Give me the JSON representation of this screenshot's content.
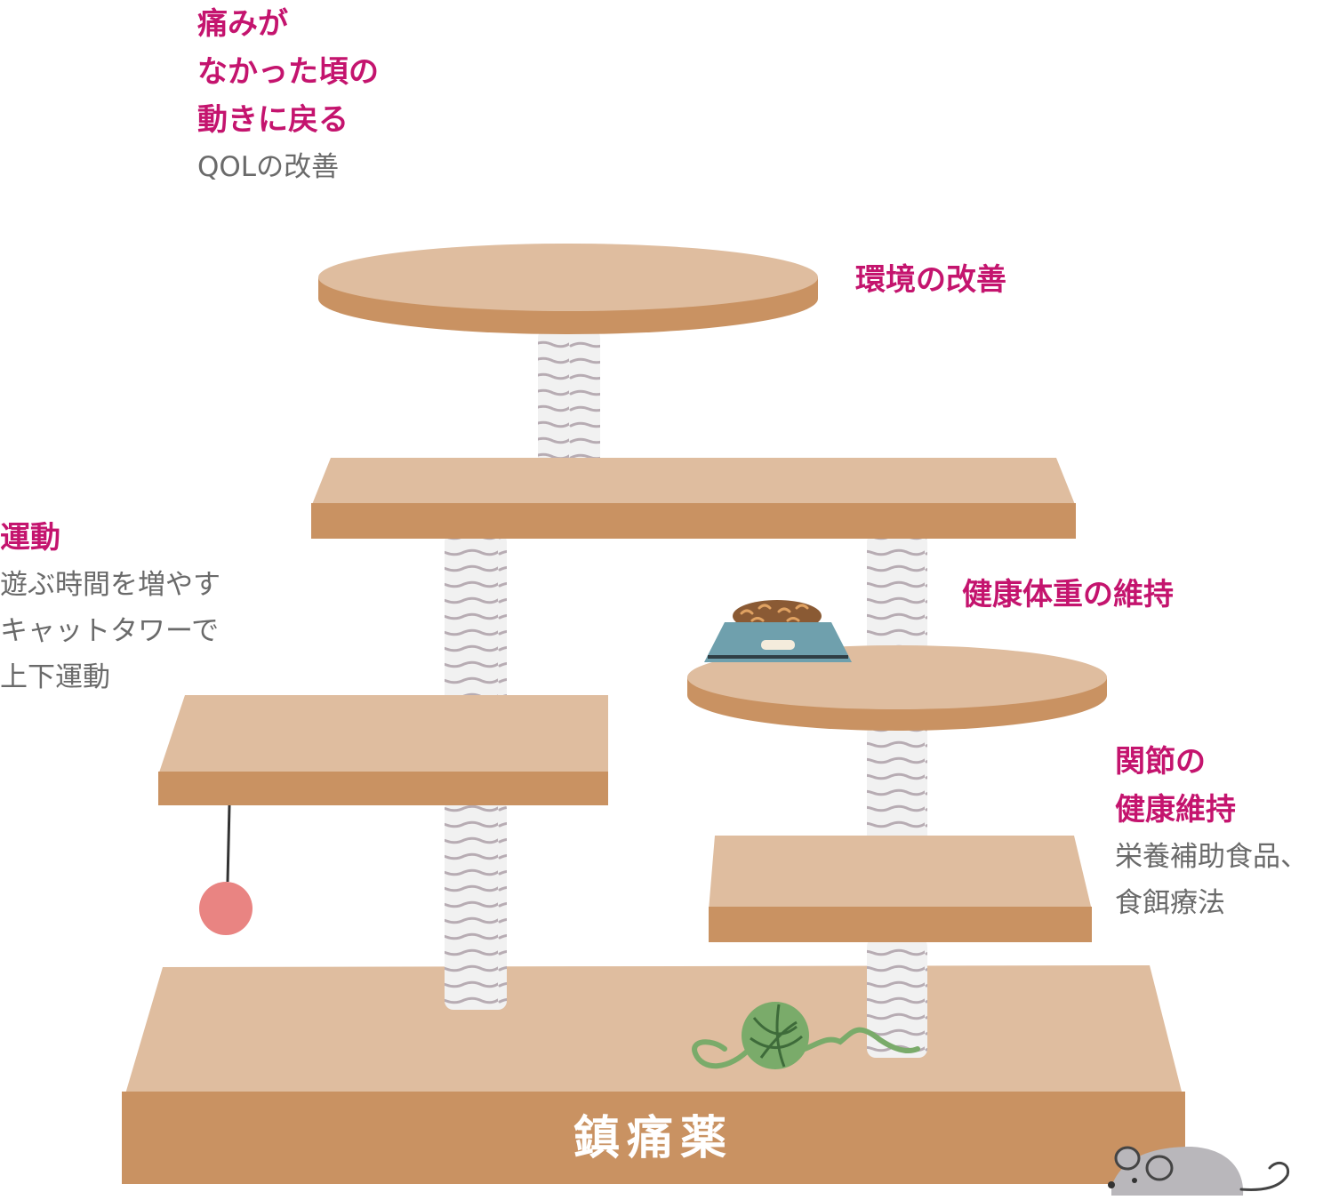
{
  "labels": {
    "qol": {
      "line1": "痛みが",
      "line2": "なかった頃の",
      "line3": "動きに戻る",
      "sub": "QOLの改善"
    },
    "environment": {
      "title": "環境の改善"
    },
    "exercise": {
      "title": "運動",
      "sub1": "遊ぶ時間を増やす",
      "sub2": "キャットタワーで",
      "sub3": "上下運動"
    },
    "weight": {
      "title": "健康体重の維持"
    },
    "joint": {
      "line1": "関節の",
      "line2": "健康維持",
      "sub1": "栄養補助食品、",
      "sub2": "食餌療法"
    },
    "base": "鎮痛薬"
  },
  "colors": {
    "accent_text": "#c4146e",
    "sub_text": "#6a6a6a",
    "board_top": "#dfbd9f",
    "board_side": "#c99262",
    "post": "#f1f1f1",
    "post_stripe": "#b7acb3",
    "bowl": "#6fa0ad",
    "food": "#8a5a34",
    "yarn": "#7aab6a",
    "ball": "#e98482",
    "mouse": "#b9b7bb"
  },
  "icons": [
    "cat-food-bowl-icon",
    "yarn-ball-icon",
    "hanging-toy-ball-icon",
    "mouse-toy-icon"
  ]
}
